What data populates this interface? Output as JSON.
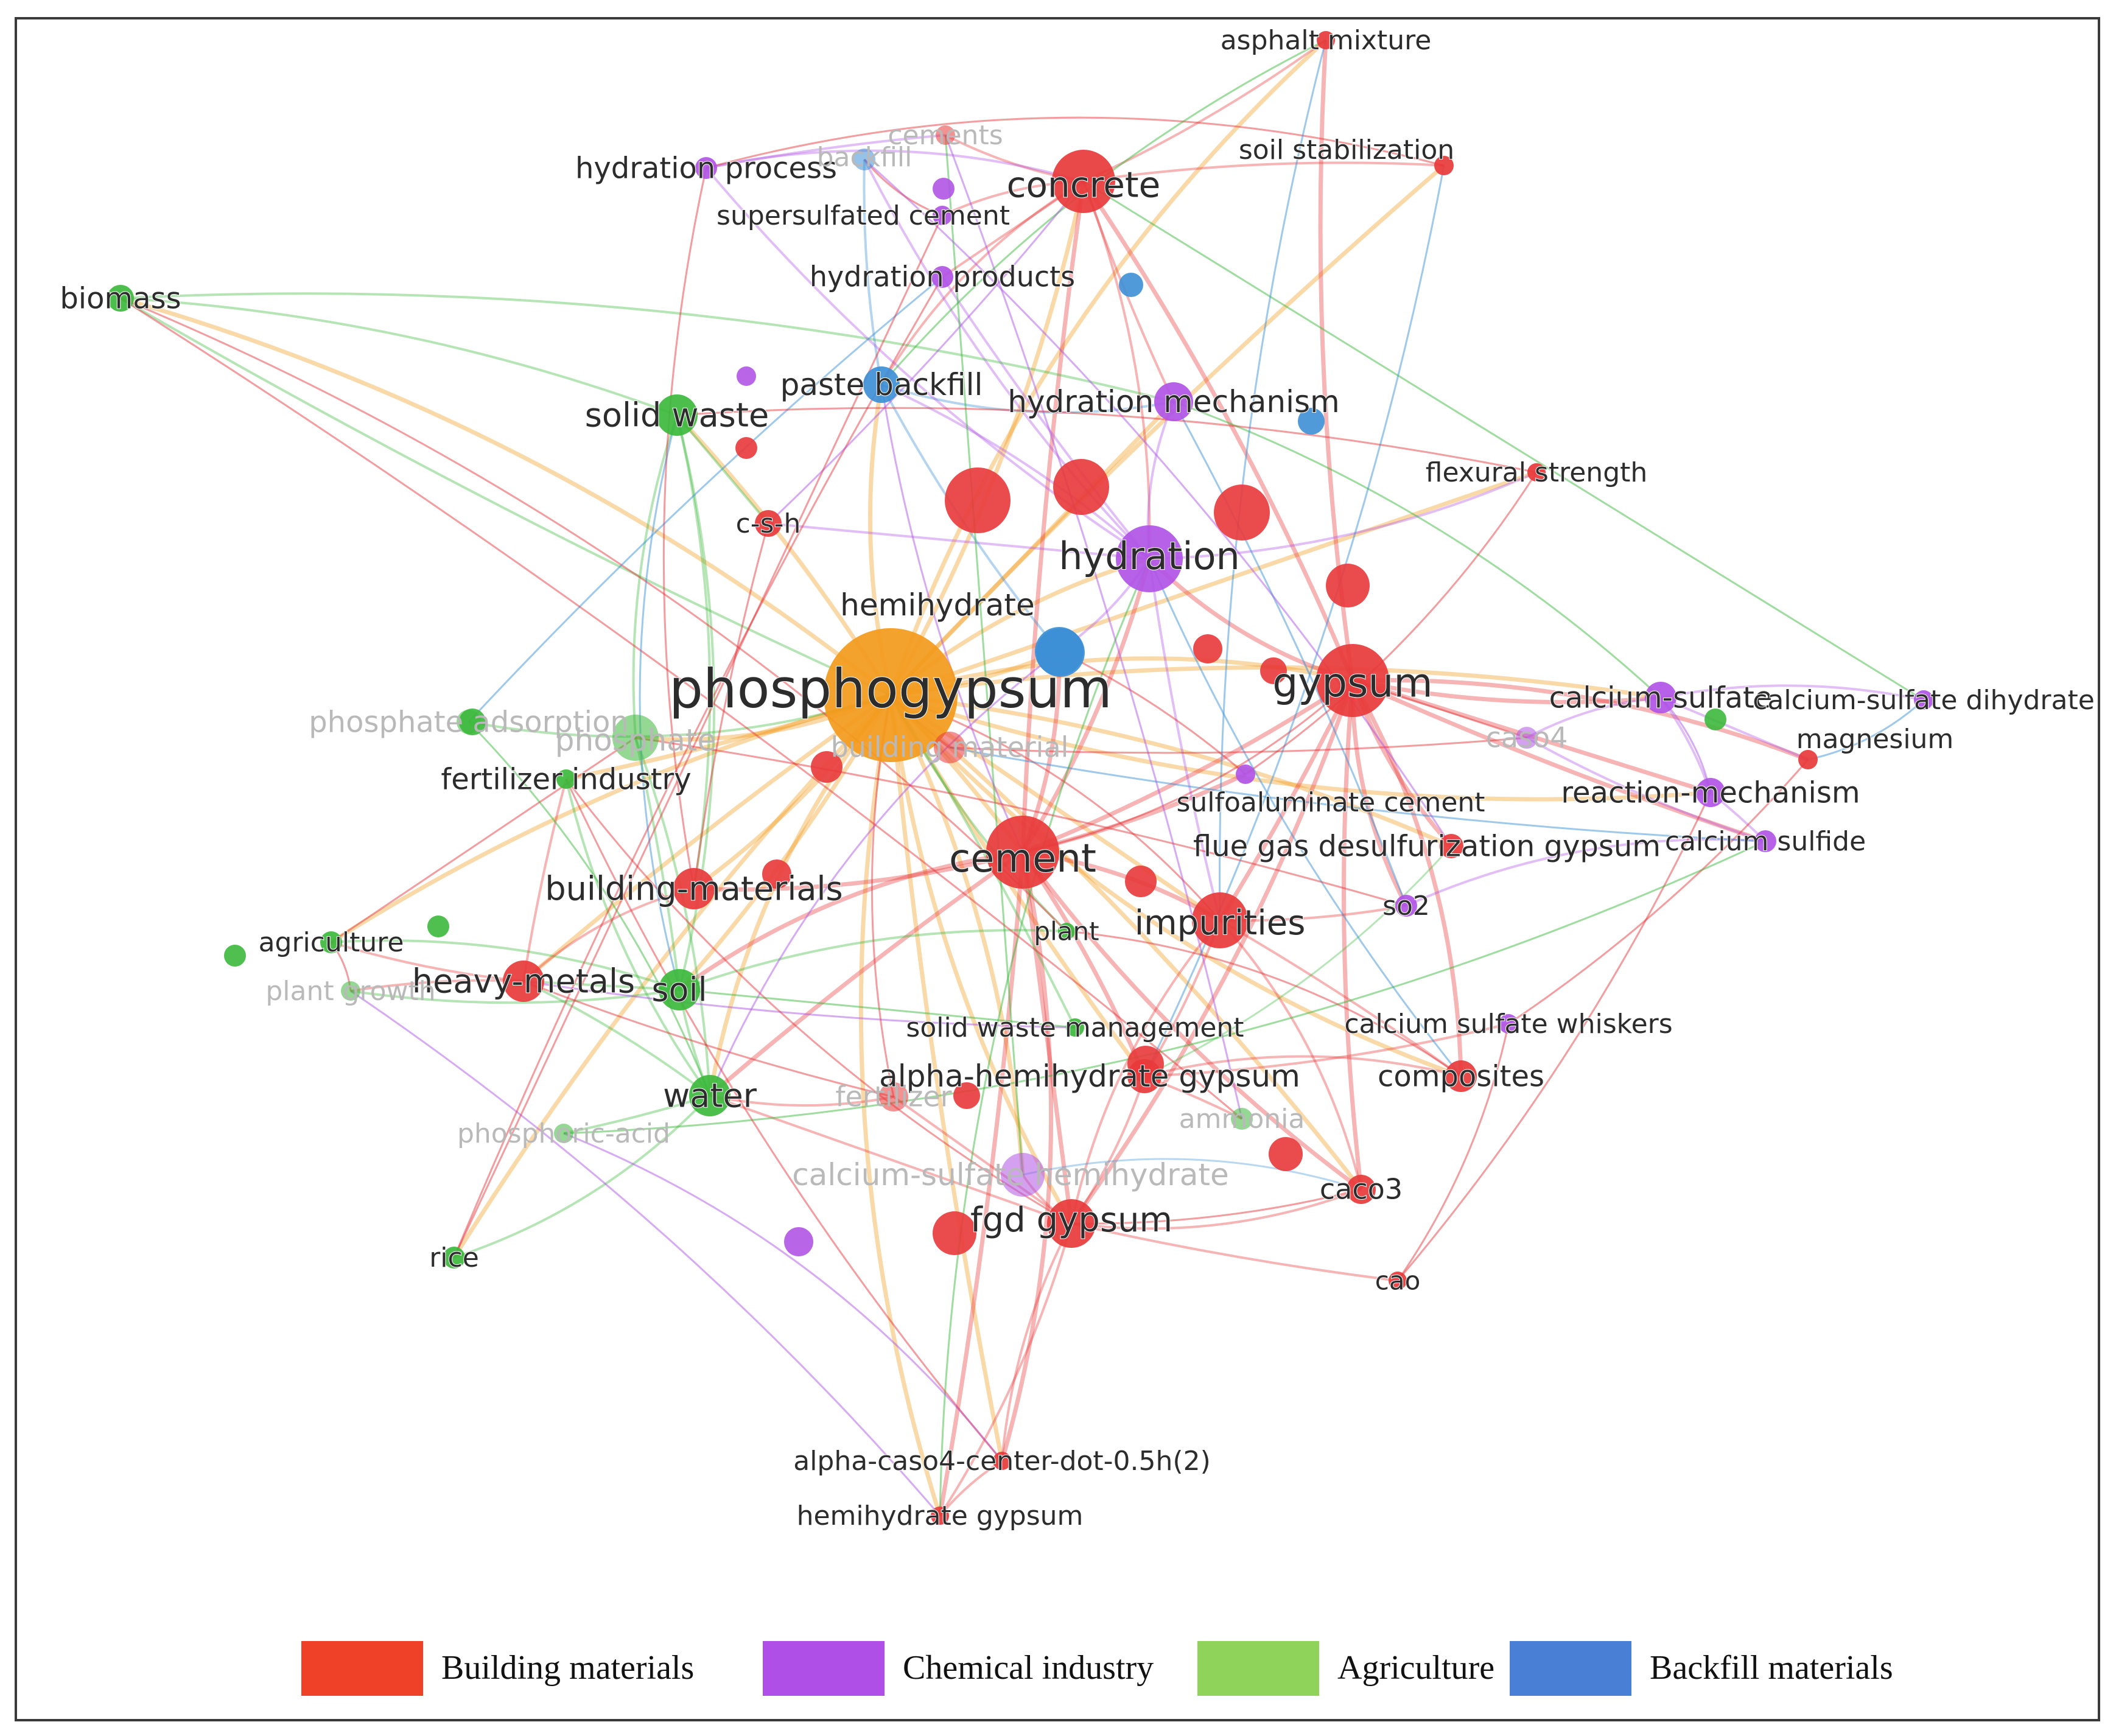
{
  "colors": {
    "building": "#e8393b",
    "chemical": "#b054e6",
    "agriculture": "#3cb83c",
    "backfill": "#3d8fd6",
    "central": "#f39a1c"
  },
  "legend": [
    {
      "label": "Building materials",
      "color": "#ee4128"
    },
    {
      "label": "Chemical industry",
      "color": "#b04ee8"
    },
    {
      "label": "Agriculture",
      "color": "#8fd35a"
    },
    {
      "label": "Backfill materials",
      "color": "#4a7fd6"
    }
  ],
  "nodes": [
    {
      "id": "phosphogypsum",
      "label": "phosphogypsum",
      "cluster": "central",
      "size": 110,
      "faded": false
    },
    {
      "id": "gypsum",
      "label": "gypsum",
      "cluster": "building",
      "size": 60,
      "faded": false
    },
    {
      "id": "cement",
      "label": "cement",
      "cluster": "building",
      "size": 60,
      "faded": false
    },
    {
      "id": "concrete",
      "label": "concrete",
      "cluster": "building",
      "size": 52,
      "faded": false
    },
    {
      "id": "hydration",
      "label": "hydration",
      "cluster": "chemical",
      "size": 55,
      "faded": false
    },
    {
      "id": "impurities",
      "label": "impurities",
      "cluster": "building",
      "size": 46,
      "faded": false
    },
    {
      "id": "fgd gypsum",
      "label": "fgd gypsum",
      "cluster": "building",
      "size": 40,
      "faded": false
    },
    {
      "id": "building-materials",
      "label": "building-materials",
      "cluster": "building",
      "size": 34,
      "faded": false
    },
    {
      "id": "heavy-metals",
      "label": "heavy-metals",
      "cluster": "building",
      "size": 34,
      "faded": false
    },
    {
      "id": "water",
      "label": "water",
      "cluster": "agriculture",
      "size": 34,
      "faded": false
    },
    {
      "id": "soil",
      "label": "soil",
      "cluster": "agriculture",
      "size": 34,
      "faded": false
    },
    {
      "id": "solid waste",
      "label": "solid waste",
      "cluster": "agriculture",
      "size": 34,
      "faded": false
    },
    {
      "id": "phosphate",
      "label": "phosphate",
      "cluster": "agriculture",
      "size": 38,
      "faded": true
    },
    {
      "id": "fertilizer industry",
      "label": "fertilizer industry",
      "cluster": "agriculture",
      "size": 16,
      "faded": false
    },
    {
      "id": "hemihydrate",
      "label": "hemihydrate",
      "cluster": "backfill",
      "size": 40,
      "faded": false
    },
    {
      "id": "paste backfill",
      "label": "paste backfill",
      "cluster": "backfill",
      "size": 30,
      "faded": false
    },
    {
      "id": "hydration mechanism",
      "label": "hydration mechanism",
      "cluster": "chemical",
      "size": 32,
      "faded": false
    },
    {
      "id": "hydration products",
      "label": "hydration products",
      "cluster": "chemical",
      "size": 18,
      "faded": false
    },
    {
      "id": "hydration process",
      "label": "hydration process",
      "cluster": "chemical",
      "size": 18,
      "faded": false
    },
    {
      "id": "supersulfated cement",
      "label": "supersulfated cement",
      "cluster": "chemical",
      "size": 16,
      "faded": false
    },
    {
      "id": "backfill",
      "label": "backfill",
      "cluster": "backfill",
      "size": 18,
      "faded": true
    },
    {
      "id": "cements",
      "label": "cements",
      "cluster": "building",
      "size": 16,
      "faded": true
    },
    {
      "id": "asphalt mixture",
      "label": "asphalt mixture",
      "cluster": "building",
      "size": 15,
      "faded": false
    },
    {
      "id": "soil stabilization",
      "label": "soil stabilization",
      "cluster": "building",
      "size": 16,
      "faded": false
    },
    {
      "id": "flexural strength",
      "label": "flexural strength",
      "cluster": "building",
      "size": 15,
      "faded": false
    },
    {
      "id": "biomass",
      "label": "biomass",
      "cluster": "agriculture",
      "size": 22,
      "faded": false
    },
    {
      "id": "c-s-h",
      "label": "c-s-h",
      "cluster": "building",
      "size": 22,
      "faded": false
    },
    {
      "id": "calcium-sulfate",
      "label": "calcium-sulfate",
      "cluster": "chemical",
      "size": 26,
      "faded": false
    },
    {
      "id": "calcium-sulfate dihydrate",
      "label": "calcium-sulfate dihydrate",
      "cluster": "chemical",
      "size": 16,
      "faded": false
    },
    {
      "id": "magnesium",
      "label": "magnesium",
      "cluster": "building",
      "size": 16,
      "faded": false
    },
    {
      "id": "caso4",
      "label": "caso4",
      "cluster": "chemical",
      "size": 18,
      "faded": true
    },
    {
      "id": "sulfoaluminate cement",
      "label": "sulfoaluminate cement",
      "cluster": "chemical",
      "size": 16,
      "faded": false
    },
    {
      "id": "reaction-mechanism",
      "label": "reaction-mechanism",
      "cluster": "chemical",
      "size": 24,
      "faded": false
    },
    {
      "id": "flue gas desulfurization gypsum",
      "label": "flue gas desulfurization gypsum",
      "cluster": "building",
      "size": 20,
      "faded": false
    },
    {
      "id": "calcium sulfide",
      "label": "calcium sulfide",
      "cluster": "chemical",
      "size": 18,
      "faded": false
    },
    {
      "id": "so2",
      "label": "so2",
      "cluster": "chemical",
      "size": 18,
      "faded": false
    },
    {
      "id": "plant",
      "label": "plant",
      "cluster": "agriculture",
      "size": 14,
      "faded": false
    },
    {
      "id": "agriculture",
      "label": "agriculture",
      "cluster": "agriculture",
      "size": 18,
      "faded": false
    },
    {
      "id": "plant growth",
      "label": "plant growth",
      "cluster": "agriculture",
      "size": 16,
      "faded": true
    },
    {
      "id": "solid waste management",
      "label": "solid waste management",
      "cluster": "agriculture",
      "size": 15,
      "faded": false
    },
    {
      "id": "alpha-hemihydrate gypsum",
      "label": "alpha-hemihydrate gypsum",
      "cluster": "building",
      "size": 28,
      "faded": false
    },
    {
      "id": "composites",
      "label": "composites",
      "cluster": "building",
      "size": 26,
      "faded": false
    },
    {
      "id": "calcium sulfate whiskers",
      "label": "calcium sulfate whiskers",
      "cluster": "chemical",
      "size": 16,
      "faded": false
    },
    {
      "id": "fertilizer",
      "label": "fertilizer",
      "cluster": "building",
      "size": 24,
      "faded": true
    },
    {
      "id": "ammonia",
      "label": "ammonia",
      "cluster": "agriculture",
      "size": 18,
      "faded": true
    },
    {
      "id": "phosphoric-acid",
      "label": "phosphoric-acid",
      "cluster": "agriculture",
      "size": 16,
      "faded": true
    },
    {
      "id": "calcium-sulfate hemihydrate",
      "label": "calcium-sulfate hemihydrate",
      "cluster": "chemical",
      "size": 36,
      "faded": true
    },
    {
      "id": "caco3",
      "label": "caco3",
      "cluster": "building",
      "size": 24,
      "faded": false
    },
    {
      "id": "rice",
      "label": "rice",
      "cluster": "agriculture",
      "size": 18,
      "faded": false
    },
    {
      "id": "cao",
      "label": "cao",
      "cluster": "building",
      "size": 15,
      "faded": false
    },
    {
      "id": "alpha-caso4-center-dot-0.5h(2)",
      "label": "alpha-caso4-center-dot-0.5h(2)",
      "cluster": "building",
      "size": 15,
      "faded": false
    },
    {
      "id": "hemihydrate gypsum",
      "label": "hemihydrate gypsum",
      "cluster": "building",
      "size": 15,
      "faded": false
    },
    {
      "id": "phosphate adsorption",
      "label": "phosphate adsorption",
      "cluster": "agriculture",
      "size": 20,
      "faded": true
    },
    {
      "id": "building material",
      "label": "building material",
      "cluster": "building",
      "size": 26,
      "faded": true
    }
  ],
  "edges": [
    [
      "phosphogypsum",
      "gypsum"
    ],
    [
      "phosphogypsum",
      "cement"
    ],
    [
      "phosphogypsum",
      "concrete"
    ],
    [
      "phosphogypsum",
      "hydration"
    ],
    [
      "phosphogypsum",
      "impurities"
    ],
    [
      "phosphogypsum",
      "fgd gypsum"
    ],
    [
      "phosphogypsum",
      "building-materials"
    ],
    [
      "phosphogypsum",
      "heavy-metals"
    ],
    [
      "phosphogypsum",
      "water"
    ],
    [
      "phosphogypsum",
      "soil"
    ],
    [
      "phosphogypsum",
      "solid waste"
    ],
    [
      "phosphogypsum",
      "phosphate"
    ],
    [
      "phosphogypsum",
      "fertilizer industry"
    ],
    [
      "phosphogypsum",
      "hemihydrate"
    ],
    [
      "phosphogypsum",
      "paste backfill"
    ],
    [
      "phosphogypsum",
      "hydration mechanism"
    ],
    [
      "phosphogypsum",
      "biomass"
    ],
    [
      "phosphogypsum",
      "calcium-sulfate"
    ],
    [
      "phosphogypsum",
      "alpha-hemihydrate gypsum"
    ],
    [
      "phosphogypsum",
      "composites"
    ],
    [
      "phosphogypsum",
      "caco3"
    ],
    [
      "phosphogypsum",
      "rice"
    ],
    [
      "phosphogypsum",
      "asphalt mixture"
    ],
    [
      "phosphogypsum",
      "soil stabilization"
    ],
    [
      "phosphogypsum",
      "agriculture"
    ],
    [
      "phosphogypsum",
      "calcium-sulfate hemihydrate"
    ],
    [
      "phosphogypsum",
      "flexural strength"
    ],
    [
      "phosphogypsum",
      "reaction-mechanism"
    ],
    [
      "phosphogypsum",
      "flue gas desulfurization gypsum"
    ],
    [
      "phosphogypsum",
      "alpha-caso4-center-dot-0.5h(2)"
    ],
    [
      "phosphogypsum",
      "hemihydrate gypsum"
    ],
    [
      "gypsum",
      "cement"
    ],
    [
      "gypsum",
      "concrete"
    ],
    [
      "gypsum",
      "hydration"
    ],
    [
      "gypsum",
      "impurities"
    ],
    [
      "gypsum",
      "calcium-sulfate"
    ],
    [
      "gypsum",
      "magnesium"
    ],
    [
      "gypsum",
      "reaction-mechanism"
    ],
    [
      "gypsum",
      "flue gas desulfurization gypsum"
    ],
    [
      "gypsum",
      "fgd gypsum"
    ],
    [
      "gypsum",
      "calcium sulfide"
    ],
    [
      "gypsum",
      "so2"
    ],
    [
      "gypsum",
      "asphalt mixture"
    ],
    [
      "gypsum",
      "caco3"
    ],
    [
      "gypsum",
      "composites"
    ],
    [
      "cement",
      "concrete"
    ],
    [
      "cement",
      "hydration"
    ],
    [
      "cement",
      "impurities"
    ],
    [
      "cement",
      "fgd gypsum"
    ],
    [
      "cement",
      "hemihydrate"
    ],
    [
      "cement",
      "building-materials"
    ],
    [
      "cement",
      "water"
    ],
    [
      "cement",
      "soil"
    ],
    [
      "cement",
      "alpha-hemihydrate gypsum"
    ],
    [
      "cement",
      "sulfoaluminate cement"
    ],
    [
      "cement",
      "alpha-caso4-center-dot-0.5h(2)"
    ],
    [
      "cement",
      "hemihydrate gypsum"
    ],
    [
      "cement",
      "caco3"
    ],
    [
      "concrete",
      "hydration"
    ],
    [
      "concrete",
      "hydration products"
    ],
    [
      "concrete",
      "supersulfated cement"
    ],
    [
      "concrete",
      "cements"
    ],
    [
      "concrete",
      "hydration mechanism"
    ],
    [
      "concrete",
      "paste backfill"
    ],
    [
      "concrete",
      "soil stabilization"
    ],
    [
      "concrete",
      "asphalt mixture"
    ],
    [
      "hydration",
      "hydration mechanism"
    ],
    [
      "hydration",
      "hydration products"
    ],
    [
      "hydration",
      "paste backfill"
    ],
    [
      "hydration",
      "hemihydrate"
    ],
    [
      "hydration",
      "c-s-h"
    ],
    [
      "hydration",
      "flexural strength"
    ],
    [
      "hydration",
      "backfill"
    ],
    [
      "hydration",
      "impurities"
    ],
    [
      "impurities",
      "fgd gypsum"
    ],
    [
      "impurities",
      "alpha-hemihydrate gypsum"
    ],
    [
      "impurities",
      "so2"
    ],
    [
      "impurities",
      "caco3"
    ],
    [
      "impurities",
      "composites"
    ],
    [
      "fgd gypsum",
      "alpha-hemihydrate gypsum"
    ],
    [
      "fgd gypsum",
      "calcium-sulfate hemihydrate"
    ],
    [
      "fgd gypsum",
      "water"
    ],
    [
      "fgd gypsum",
      "alpha-caso4-center-dot-0.5h(2)"
    ],
    [
      "fgd gypsum",
      "hemihydrate gypsum"
    ],
    [
      "fgd gypsum",
      "cao"
    ],
    [
      "fgd gypsum",
      "caco3"
    ],
    [
      "water",
      "soil"
    ],
    [
      "water",
      "heavy-metals"
    ],
    [
      "water",
      "rice"
    ],
    [
      "water",
      "phosphoric-acid"
    ],
    [
      "water",
      "phosphate"
    ],
    [
      "water",
      "fertilizer industry"
    ],
    [
      "soil",
      "heavy-metals"
    ],
    [
      "soil",
      "agriculture"
    ],
    [
      "soil",
      "plant growth"
    ],
    [
      "soil",
      "phosphate"
    ],
    [
      "soil",
      "solid waste"
    ],
    [
      "heavy-metals",
      "agriculture"
    ],
    [
      "heavy-metals",
      "plant growth"
    ],
    [
      "heavy-metals",
      "building-materials"
    ],
    [
      "heavy-metals",
      "fertilizer industry"
    ],
    [
      "solid waste",
      "biomass"
    ],
    [
      "solid waste",
      "building-materials"
    ],
    [
      "solid waste",
      "c-s-h"
    ],
    [
      "solid waste",
      "phosphate"
    ],
    [
      "biomass",
      "hydration mechanism"
    ],
    [
      "biomass",
      "phosphogypsum"
    ],
    [
      "paste backfill",
      "hydration mechanism"
    ],
    [
      "paste backfill",
      "backfill"
    ],
    [
      "paste backfill",
      "hemihydrate"
    ],
    [
      "hydration process",
      "concrete"
    ],
    [
      "hydration process",
      "cements"
    ],
    [
      "hydration process",
      "hydration"
    ],
    [
      "calcium-sulfate",
      "calcium-sulfate dihydrate"
    ],
    [
      "calcium-sulfate",
      "magnesium"
    ],
    [
      "calcium-sulfate",
      "caso4"
    ],
    [
      "calcium-sulfate",
      "reaction-mechanism"
    ],
    [
      "calcium sulfide",
      "reaction-mechanism"
    ],
    [
      "calcium sulfide",
      "so2"
    ],
    [
      "calcium sulfide",
      "caso4"
    ],
    [
      "alpha-hemihydrate gypsum",
      "calcium sulfate whiskers"
    ],
    [
      "alpha-hemihydrate gypsum",
      "composites"
    ],
    [
      "alpha-hemihydrate gypsum",
      "ammonia"
    ],
    [
      "alpha-caso4-center-dot-0.5h(2)",
      "hemihydrate gypsum"
    ],
    [
      "fertilizer",
      "water"
    ],
    [
      "fertilizer",
      "fgd gypsum"
    ],
    [
      "plant",
      "soil"
    ],
    [
      "plant",
      "phosphogypsum"
    ],
    [
      "solid waste management",
      "phosphogypsum"
    ],
    [
      "phosphate adsorption",
      "phosphogypsum"
    ],
    [
      "building material",
      "phosphogypsum"
    ]
  ]
}
